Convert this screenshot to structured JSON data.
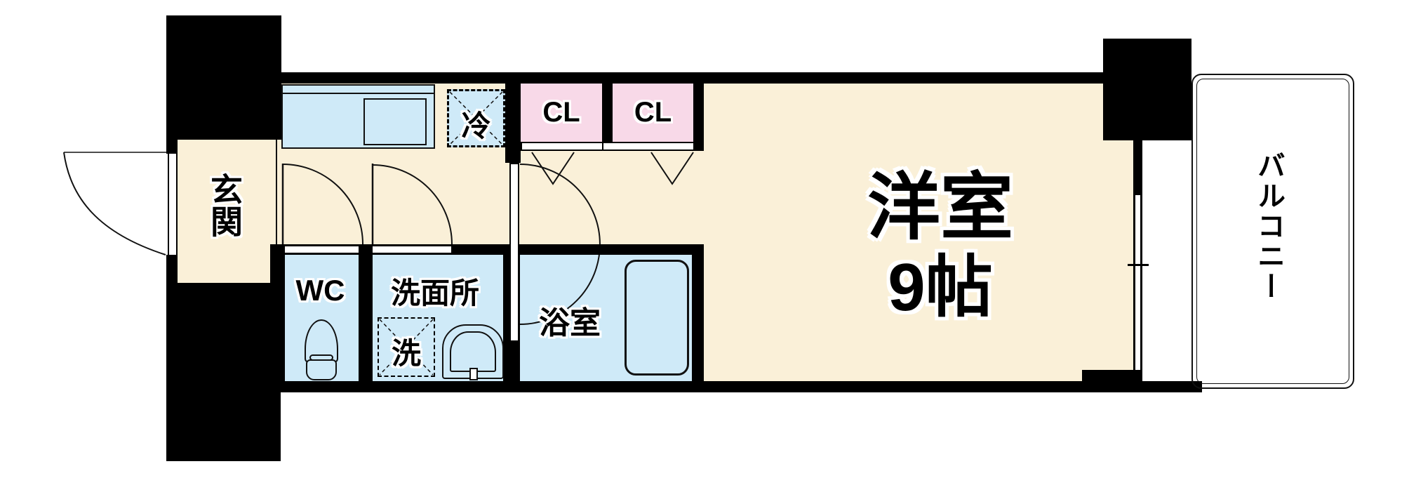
{
  "floorplan": {
    "rooms": {
      "genkan": {
        "label": "玄関"
      },
      "fridge": {
        "label": "冷"
      },
      "closet1": {
        "label": "CL"
      },
      "closet2": {
        "label": "CL"
      },
      "wc": {
        "label": "WC"
      },
      "washroom": {
        "label": "洗面所"
      },
      "washer": {
        "label": "洗"
      },
      "bathroom": {
        "label": "浴室"
      },
      "main_room": {
        "label": "洋室",
        "size": "9帖"
      },
      "balcony": {
        "label": "バルコニー"
      }
    },
    "colors": {
      "wall": "#000000",
      "floor": "#faf0d8",
      "wet": "#cfeaf8",
      "closet": "#f8d9e8",
      "line": "#111111",
      "bg": "#ffffff"
    }
  }
}
